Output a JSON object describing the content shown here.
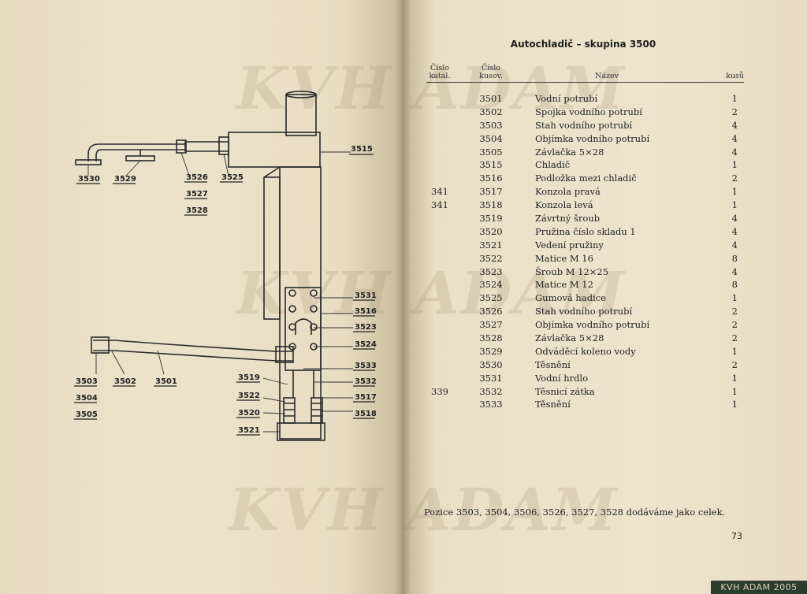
{
  "watermark": "KVH ADAM",
  "diagram_labels": {
    "l3515": "3515",
    "l3530": "3530",
    "l3529": "3529",
    "l3526": "3526",
    "l3525": "3525",
    "l3527": "3527",
    "l3528": "3528",
    "l3531": "3531",
    "l3516": "3516",
    "l3523": "3523",
    "l3524": "3524",
    "l3533": "3533",
    "l3532": "3532",
    "l3517": "3517",
    "l3518": "3518",
    "l3503": "3503",
    "l3502": "3502",
    "l3501": "3501",
    "l3504": "3504",
    "l3505": "3505",
    "l3519": "3519",
    "l3522": "3522",
    "l3520": "3520",
    "l3521": "3521"
  },
  "table": {
    "title": "Autochladič – skupina 3500",
    "headers": {
      "katal": "Číslo katal.",
      "kusov": "Číslo kusov.",
      "nazev": "Název",
      "kusu": "kusů"
    },
    "rows": [
      {
        "katal": "",
        "kusov": "3501",
        "nazev": "Vodní potrubí",
        "kusu": "1"
      },
      {
        "katal": "",
        "kusov": "3502",
        "nazev": "Spojka vodního potrubí",
        "kusu": "2"
      },
      {
        "katal": "",
        "kusov": "3503",
        "nazev": "Stah vodního potrubí",
        "kusu": "4"
      },
      {
        "katal": "",
        "kusov": "3504",
        "nazev": "Objímka vodního potrubí",
        "kusu": "4"
      },
      {
        "katal": "",
        "kusov": "3505",
        "nazev": "Závlačka 5×28",
        "kusu": "4"
      },
      {
        "katal": "",
        "kusov": "3515",
        "nazev": "Chladič",
        "kusu": "1"
      },
      {
        "katal": "",
        "kusov": "3516",
        "nazev": "Podložka mezi chladič",
        "kusu": "2"
      },
      {
        "katal": "341",
        "kusov": "3517",
        "nazev": "Konzola pravá",
        "kusu": "1"
      },
      {
        "katal": "341",
        "kusov": "3518",
        "nazev": "Konzola levá",
        "kusu": "1"
      },
      {
        "katal": "",
        "kusov": "3519",
        "nazev": "Závrtný šroub",
        "kusu": "4"
      },
      {
        "katal": "",
        "kusov": "3520",
        "nazev": "Pružina číslo skladu 1",
        "kusu": "4"
      },
      {
        "katal": "",
        "kusov": "3521",
        "nazev": "Vedení pružiny",
        "kusu": "4"
      },
      {
        "katal": "",
        "kusov": "3522",
        "nazev": "Matice M 16",
        "kusu": "8"
      },
      {
        "katal": "",
        "kusov": "3523",
        "nazev": "Šroub M 12×25",
        "kusu": "4"
      },
      {
        "katal": "",
        "kusov": "3524",
        "nazev": "Matice M 12",
        "kusu": "8"
      },
      {
        "katal": "",
        "kusov": "3525",
        "nazev": "Gumová hadice",
        "kusu": "1"
      },
      {
        "katal": "",
        "kusov": "3526",
        "nazev": "Stah vodního potrubí",
        "kusu": "2"
      },
      {
        "katal": "",
        "kusov": "3527",
        "nazev": "Objímka vodního potrubí",
        "kusu": "2"
      },
      {
        "katal": "",
        "kusov": "3528",
        "nazev": "Závlačka 5×28",
        "kusu": "2"
      },
      {
        "katal": "",
        "kusov": "3529",
        "nazev": "Odváděcí koleno vody",
        "kusu": "1"
      },
      {
        "katal": "",
        "kusov": "3530",
        "nazev": "Těsnění",
        "kusu": "2"
      },
      {
        "katal": "",
        "kusov": "3531",
        "nazev": "Vodní hrdlo",
        "kusu": "1"
      },
      {
        "katal": "339",
        "kusov": "3532",
        "nazev": "Těsnicí zátka",
        "kusu": "1"
      },
      {
        "katal": "",
        "kusov": "3533",
        "nazev": "Těsnění",
        "kusu": "1"
      }
    ]
  },
  "note": "Pozice 3503, 3504, 3506, 3526, 3527, 3528 dodáváme jako celek.",
  "page_number": "73",
  "stamp": "KVH ADAM 2005"
}
